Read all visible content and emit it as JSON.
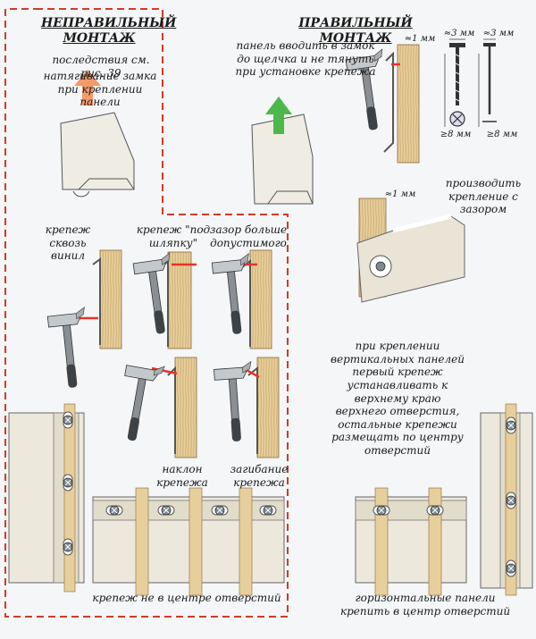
{
  "left": {
    "heading": "НЕПРАВИЛЬНЫЙ МОНТАЖ",
    "see_fig": "последствия см. рис. 39",
    "tension": "натягивание замка при креплении панели",
    "through_vinyl": "крепеж сквозь винил",
    "under_hat": "крепеж \"под шляпку\"",
    "gap": "зазор больше допустимого",
    "tilt": "наклон крепежа",
    "bend": "загибание крепежа",
    "off_center": "крепеж не в центре отверстий"
  },
  "right": {
    "heading": "ПРАВИЛЬНЫЙ МОНТАЖ",
    "insert": "панель вводить в замок до щелчка и не тянуть при установке крепежа",
    "with_gap": "производить крепление с зазором",
    "vertical": "при креплении вертикальных панелей первый крепеж устанавливать к верхнему краю верхнего отверстия, остальные крепежи размещать по центру отверстий",
    "horizontal": "горизонтальные панели крепить в центр отверстий"
  },
  "dimensions": {
    "gap_1mm_a": "≈1 мм",
    "gap_1mm_b": "≈1 мм",
    "screw_head": "≈3 мм",
    "nail_head": "≈3 мм",
    "screw_len": "≥8 мм",
    "nail_len": "≥8 мм"
  },
  "colors": {
    "dashed_border": "#d23a2a",
    "wrong_arrow": "#f29a6a",
    "right_arrow": "#4cb84a",
    "red_mark": "#e8322a",
    "wood": "#e7cf9c",
    "panel": "#eeeadf"
  }
}
